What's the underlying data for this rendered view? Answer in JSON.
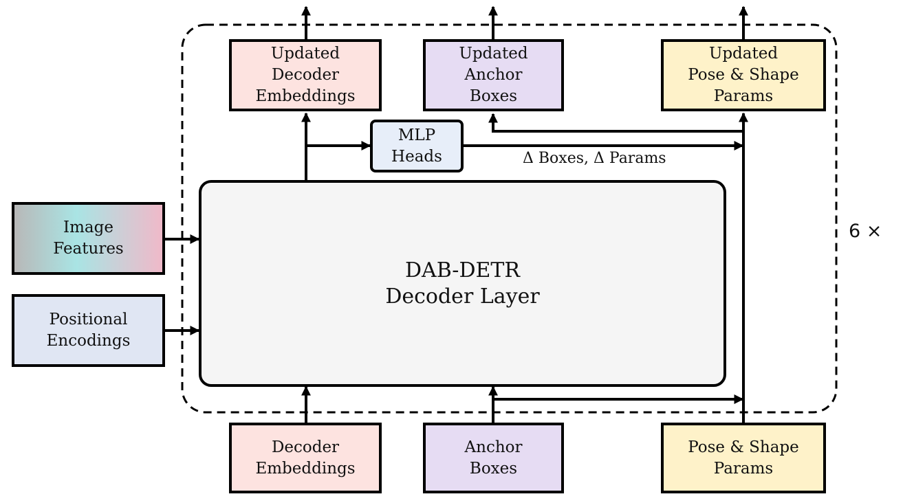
{
  "outputs": {
    "decoder_embeddings": [
      "Updated",
      "Decoder",
      "Embeddings"
    ],
    "anchor_boxes": [
      "Updated",
      "Anchor",
      "Boxes"
    ],
    "pose_shape": [
      "Updated",
      "Pose & Shape",
      "Params"
    ]
  },
  "mlp_heads": [
    "MLP",
    "Heads"
  ],
  "delta_label": "Δ Boxes, Δ Params",
  "image_features": [
    "Image",
    "Features"
  ],
  "positional_encodings": [
    "Positional",
    "Encodings"
  ],
  "decoder_layer": [
    "DAB-DETR",
    "Decoder Layer"
  ],
  "repeat_label": "6 ×",
  "inputs": {
    "decoder_embeddings": [
      "Decoder",
      "Embeddings"
    ],
    "anchor_boxes": [
      "Anchor",
      "Boxes"
    ],
    "pose_shape": [
      "Pose & Shape",
      "Params"
    ]
  },
  "colors": {
    "pink": "#fde3e0",
    "purple": "#e6dcf3",
    "yellow": "#fef2c9",
    "blue": "#e0e6f3",
    "layer": "#f5f5f5"
  }
}
